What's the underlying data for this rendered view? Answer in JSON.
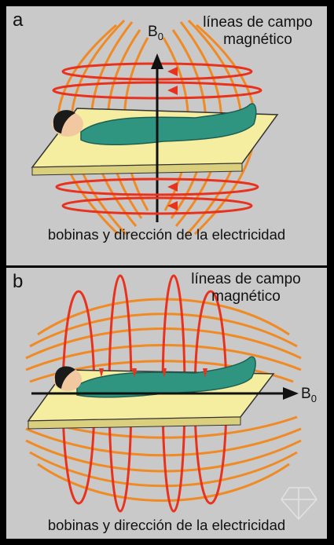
{
  "panel_a": {
    "letter": "a",
    "field_label_line1": "líneas de campo",
    "field_label_line2": "magnético",
    "axis_label": "B",
    "axis_sub": "0",
    "coil_label": "bobinas y dirección de la electricidad"
  },
  "panel_b": {
    "letter": "b",
    "field_label_line1": "líneas de campo",
    "field_label_line2": "magnético",
    "axis_label": "B",
    "axis_sub": "0",
    "coil_label": "bobinas y dirección de la electricidad"
  },
  "colors": {
    "background": "#c9c9c9",
    "border": "#000000",
    "field_lines": "#f08a24",
    "coils": "#e8321e",
    "body": "#2f9580",
    "table": "#f5eda0"
  }
}
